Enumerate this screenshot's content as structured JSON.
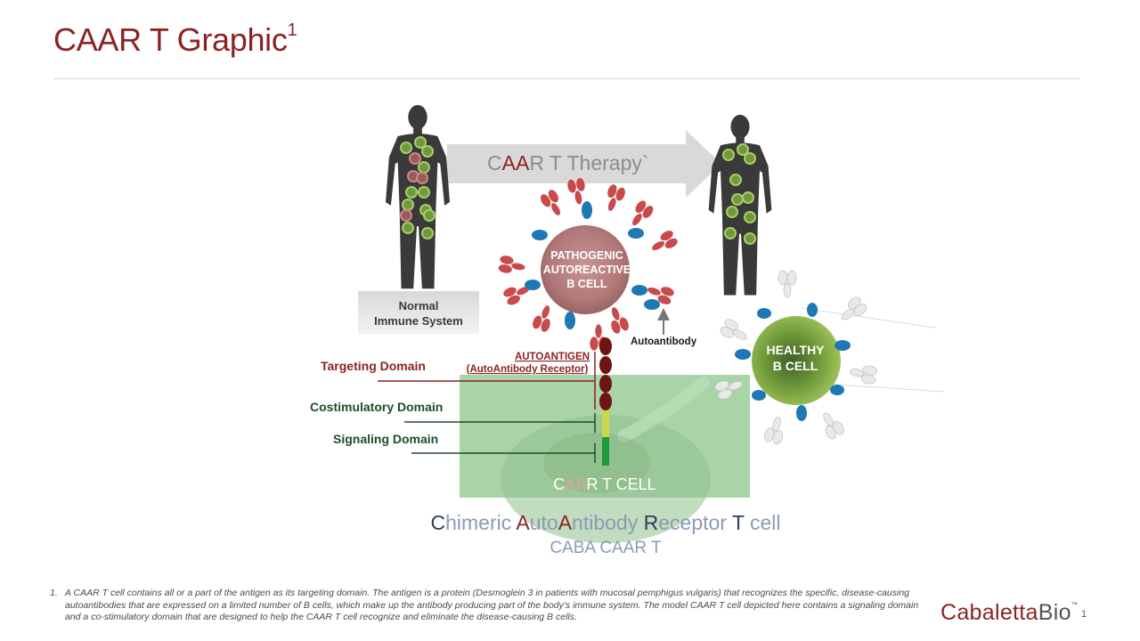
{
  "header": {
    "title": "CAAR T Graphic",
    "title_sup": "1"
  },
  "diagram": {
    "therapy_arrow": {
      "c": "C",
      "aa": "AA",
      "rest": "R T Therapy`"
    },
    "normal_box": {
      "line1": "Normal",
      "line2": "Immune System"
    },
    "pathogenic_cell": {
      "line1": "PATHOGENIC",
      "line2": "AUTOREACTIVE",
      "line3": "B CELL"
    },
    "autoantibody_label": "Autoantibody",
    "healthy_cell": {
      "line1": "HEALTHY",
      "line2": "B CELL"
    },
    "autoantigen": {
      "line1": "AUTOANTIGEN",
      "line2": "(AutoAntibody Receptor)"
    },
    "domains": {
      "targeting": "Targeting Domain",
      "costimulatory": "Costimulatory Domain",
      "signaling": "Signaling Domain"
    },
    "caar_cell_label": {
      "c": "C",
      "aa": "AA",
      "rest": "R T CELL"
    },
    "chimeric": {
      "c": "C",
      "himeric": "himeric ",
      "a1": "A",
      "uto": "uto",
      "a2": "A",
      "ntibody": "ntibody ",
      "r": "R",
      "eceptor": "eceptor ",
      "t": "T",
      "cell": " cell"
    },
    "caba": "CABA CAAR T"
  },
  "footnote": {
    "number": "1.",
    "text": "A CAAR T cell contains all or a part of the antigen as its targeting domain. The antigen is a protein (Desmoglein 3 in patients with mucosal pemphigus vulgaris) that recognizes the specific, disease-causing autoantibodies that are expressed on a limited number of B cells, which make up the antibody producing part of the body’s immune system. The model CAAR T cell depicted here contains a signaling domain and a co-stimulatory domain that are designed to help the CAAR T cell recognize and eliminate the disease-causing B cells."
  },
  "brand": {
    "name": "Cabaletta",
    "bio": "Bio",
    "tm": "™"
  },
  "page_number": "1",
  "colors": {
    "brand_red": "#8b2323",
    "dark_green": "#1e4d2b",
    "healthy_green": "#7aa83a",
    "pathogenic_pink": "#b87a7a",
    "antibody_blue": "#1e78b4",
    "antibody_red": "#c84a4a",
    "slate": "#4a5a72"
  }
}
